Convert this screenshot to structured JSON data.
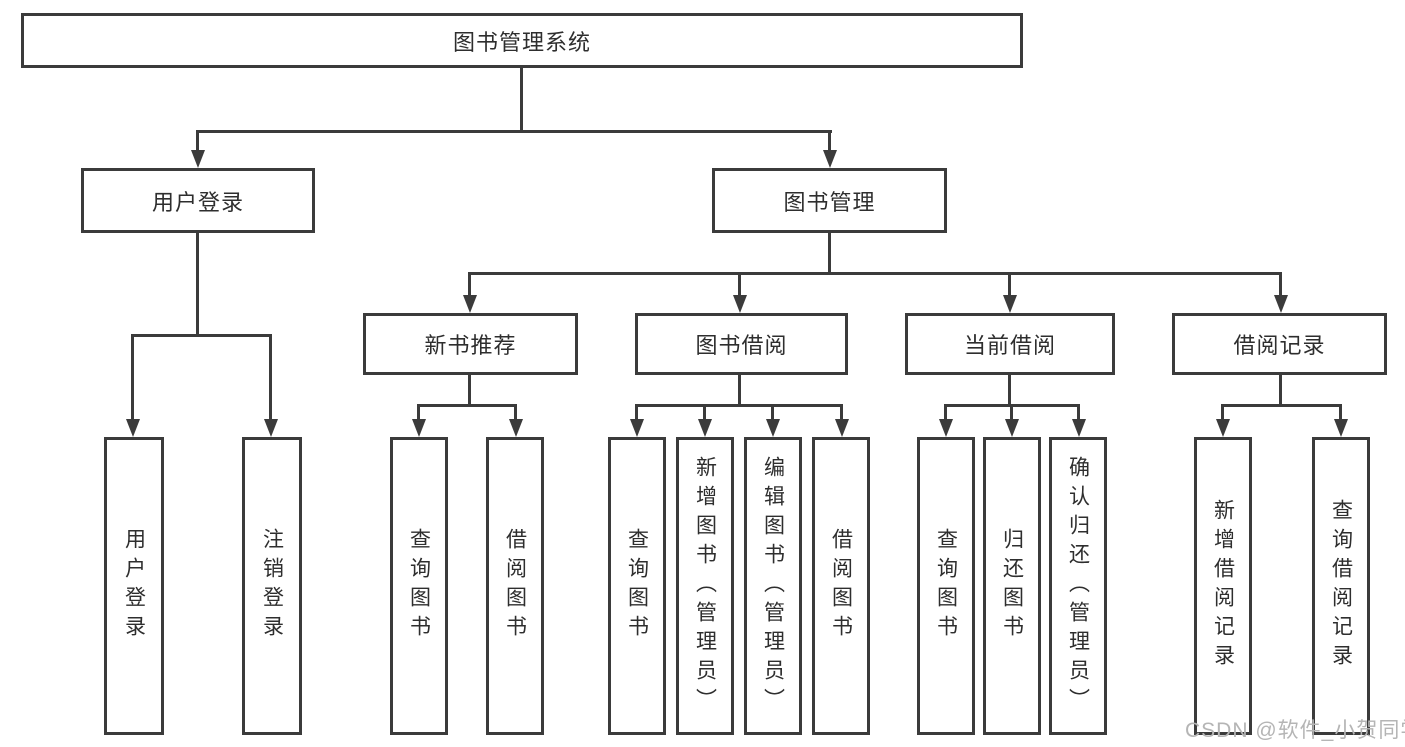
{
  "tree": {
    "root": {
      "label": "图书管理系统"
    },
    "branches": [
      {
        "label": "用户登录",
        "children": [
          {
            "label": "用户登录"
          },
          {
            "label": "注销登录"
          }
        ]
      },
      {
        "label": "图书管理",
        "children": [
          {
            "label": "新书推荐",
            "children": [
              {
                "label": "查询图书"
              },
              {
                "label": "借阅图书"
              }
            ]
          },
          {
            "label": "图书借阅",
            "children": [
              {
                "label": "查询图书"
              },
              {
                "label": "新增图书（管理员）"
              },
              {
                "label": "编辑图书（管理员）"
              },
              {
                "label": "借阅图书"
              }
            ]
          },
          {
            "label": "当前借阅",
            "children": [
              {
                "label": "查询图书"
              },
              {
                "label": "归还图书"
              },
              {
                "label": "确认归还（管理员）"
              }
            ]
          },
          {
            "label": "借阅记录",
            "children": [
              {
                "label": "新增借阅记录"
              },
              {
                "label": "查询借阅记录"
              }
            ]
          }
        ]
      }
    ]
  },
  "watermark": {
    "text": "CSDN @软件_小贺同学"
  },
  "colors": {
    "line": "#3b3b3b",
    "text": "#2e2e2e",
    "watermark": "#b5b5b5",
    "background": "#ffffff"
  }
}
